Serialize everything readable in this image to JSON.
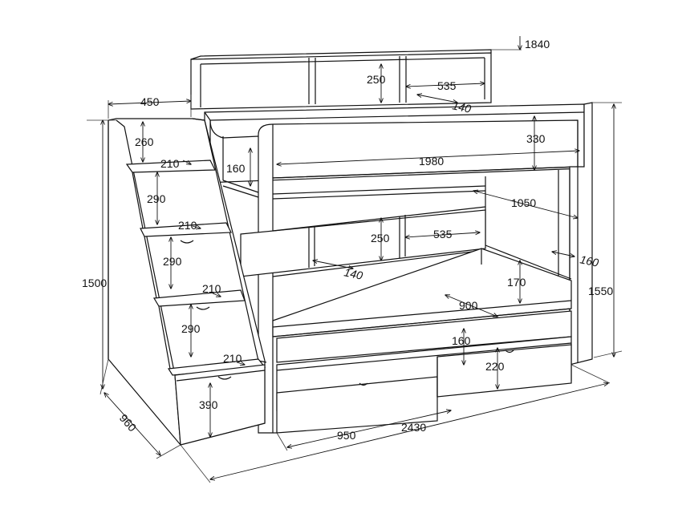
{
  "dimensions": {
    "total_height": "1840",
    "upper_shelf_height": "250",
    "upper_shelf_width": "535",
    "upper_shelf_depth": "140",
    "stair_width": "450",
    "first_step": "260",
    "step_tread_1": "210",
    "step_tread_2": "210",
    "step_tread_3": "210",
    "step_tread_4": "210",
    "step_rise_1": "290",
    "step_rise_2": "290",
    "step_rise_3": "290",
    "bottom_drawer_height": "390",
    "upper_rail_height": "160",
    "top_guard_height": "330",
    "bed_length": "1980",
    "opening_1050": "1050",
    "lower_shelf_height": "250",
    "lower_shelf_width": "535",
    "lower_shelf_depth": "140",
    "side_gap": "160",
    "lower_guard_height": "170",
    "bed_width": "900",
    "drawer_gap": "160",
    "drawer_height": "220",
    "stair_height": "1500",
    "right_height": "1550",
    "depth": "960",
    "drawer_width": "950",
    "total_length": "2430"
  }
}
